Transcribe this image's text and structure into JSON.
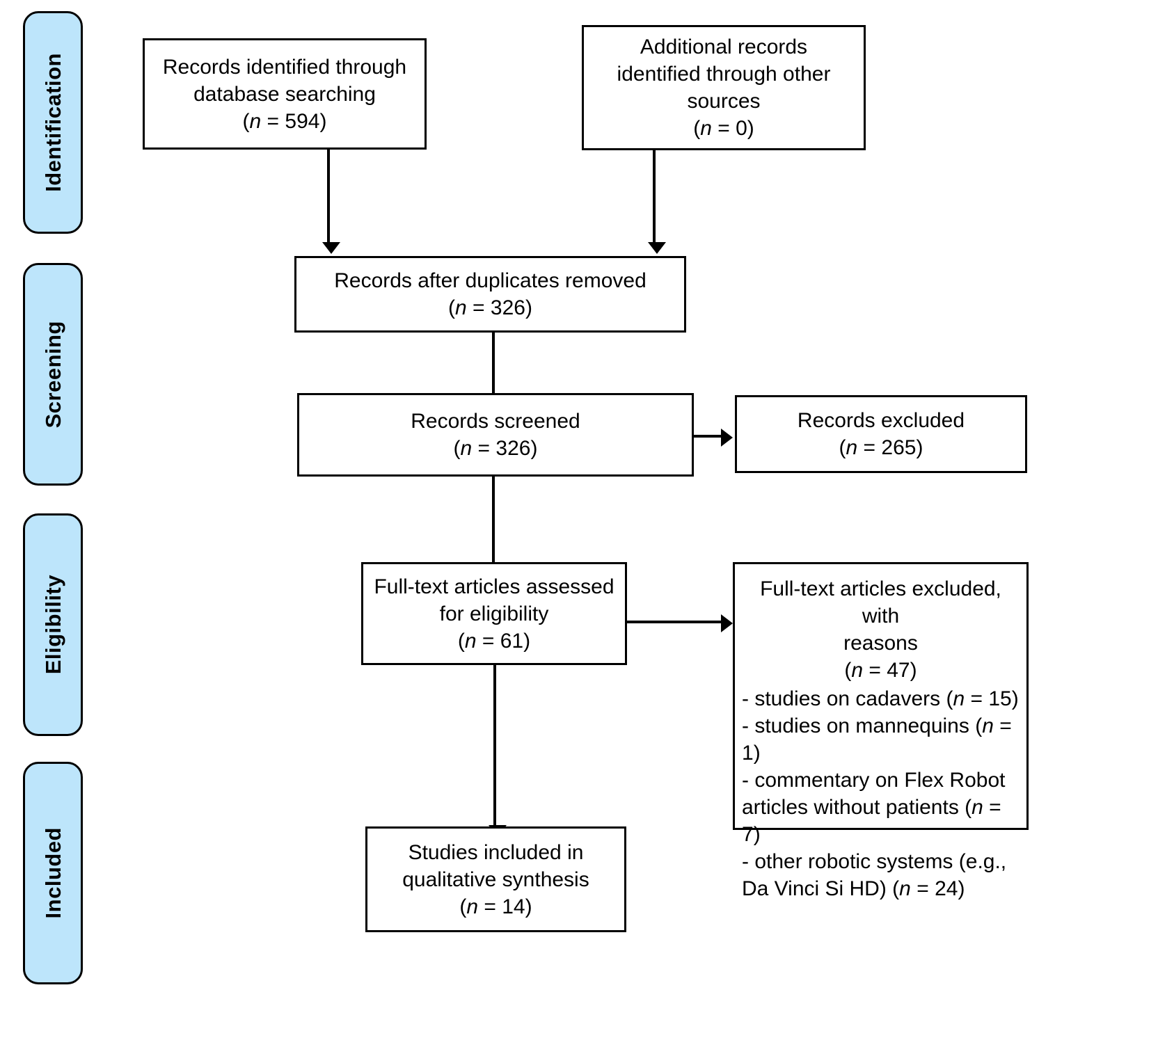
{
  "diagram": {
    "title": "PRISMA flow diagram",
    "colors": {
      "stage_fill": "#BDE5FB",
      "stage_border": "#000000",
      "box_fill": "#FFFFFF",
      "box_border": "#000000",
      "arrow": "#000000",
      "text": "#000000"
    },
    "stages": [
      {
        "id": "identification",
        "label": "Identification"
      },
      {
        "id": "screening",
        "label": "Screening"
      },
      {
        "id": "eligibility",
        "label": "Eligibility"
      },
      {
        "id": "included",
        "label": "Included"
      }
    ],
    "boxes": {
      "database_records": {
        "line1": "Records identified through",
        "line2": "database searching",
        "n_label": "n",
        "n_value": "594",
        "count_text": "(n = 594)"
      },
      "other_records": {
        "line1": "Additional records",
        "line2": "identified through other",
        "line3": "sources",
        "n_label": "n",
        "n_value": "0",
        "count_text": "(n = 0)"
      },
      "duplicates_removed": {
        "line1": "Records after duplicates removed",
        "n_label": "n",
        "n_value": "326",
        "count_text": "(n = 326)"
      },
      "records_screened": {
        "line1": "Records screened",
        "n_label": "n",
        "n_value": "326",
        "count_text": "(n = 326)"
      },
      "records_excluded": {
        "line1": "Records excluded",
        "n_label": "n",
        "n_value": "265",
        "count_text": "(n = 265)"
      },
      "fulltext_assessed": {
        "line1": "Full-text articles assessed",
        "line2": "for eligibility",
        "n_label": "n",
        "n_value": "61",
        "count_text": "(n = 61)"
      },
      "fulltext_excluded": {
        "line1": "Full-text articles excluded, with",
        "line2": "reasons",
        "n_label": "n",
        "n_value": "47",
        "count_text": "(n = 47)",
        "reasons": [
          {
            "text": "- studies on cadavers (",
            "n_label": "n",
            "n_value": "15",
            "tail": " = 15)"
          },
          {
            "text": "- studies on mannequins (",
            "n_label": "n",
            "n_value": "1",
            "tail": " = 1)"
          },
          {
            "text": "- commentary on Flex Robot articles without patients (",
            "n_label": "n",
            "n_value": "7",
            "tail": " = 7)"
          },
          {
            "text": "- other robotic systems (e.g., Da Vinci Si HD) (",
            "n_label": "n",
            "n_value": "24",
            "tail": " = 24)"
          }
        ]
      },
      "studies_included": {
        "line1": "Studies included in",
        "line2": "qualitative synthesis",
        "n_label": "n",
        "n_value": "14",
        "count_text": "(n = 14)"
      }
    }
  }
}
